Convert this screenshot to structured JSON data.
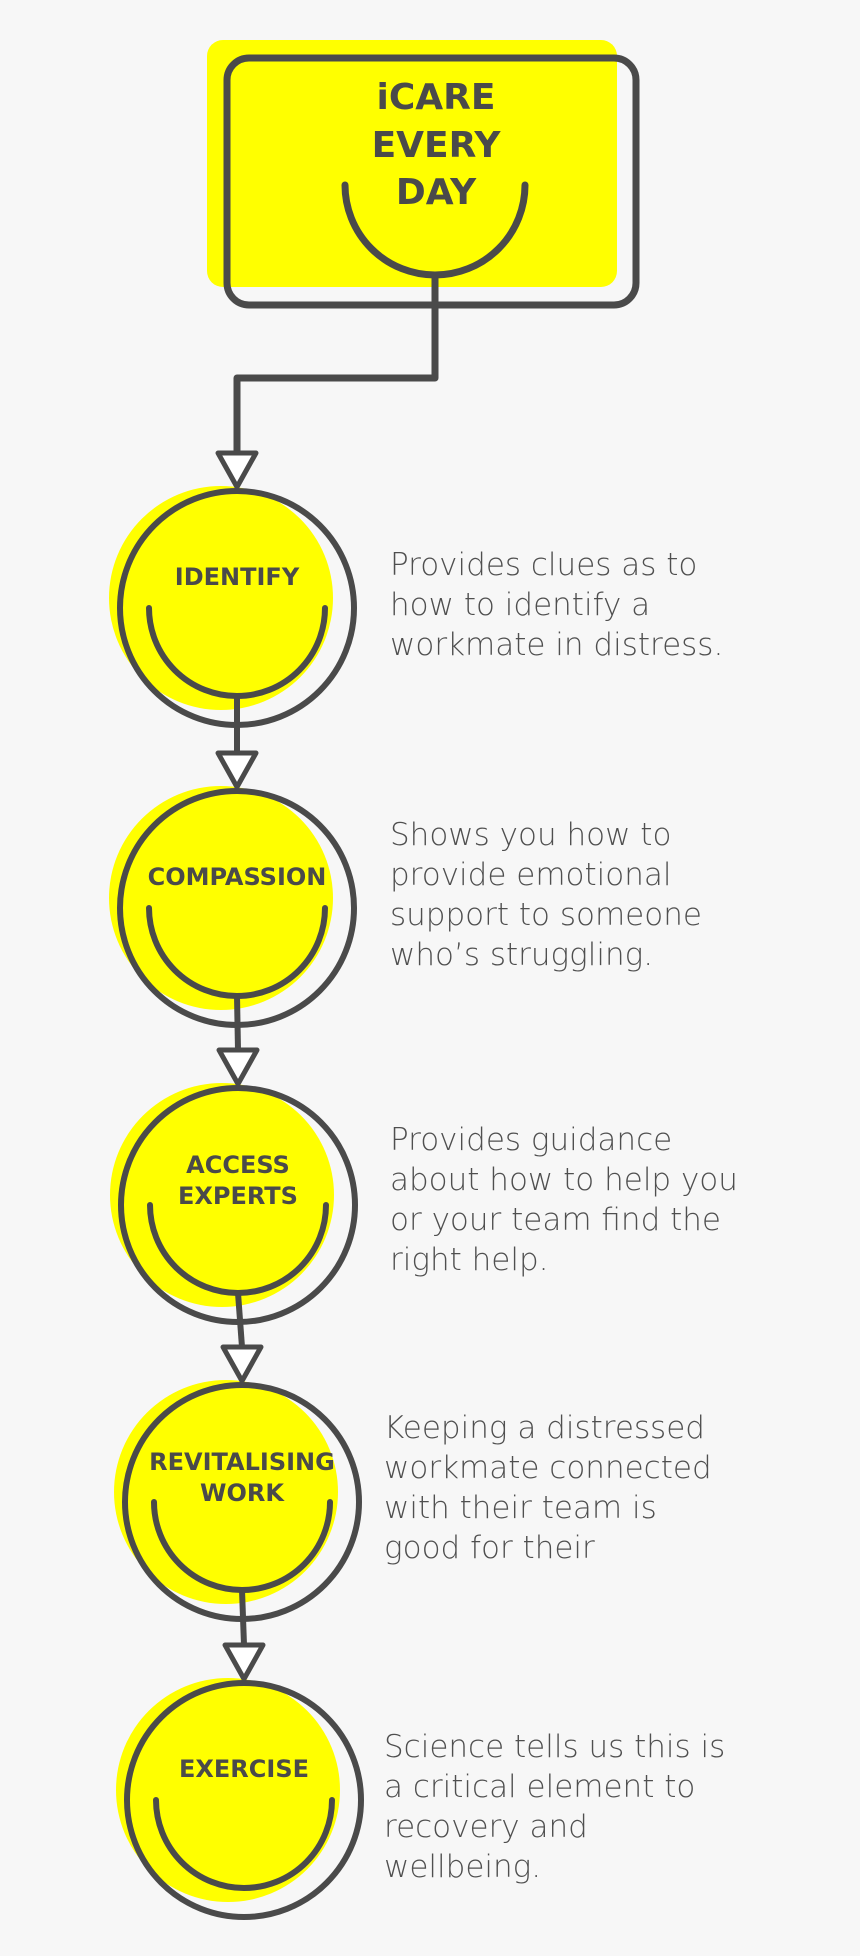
{
  "colors": {
    "accent": "#ffff00",
    "stroke": "#4a4a4a",
    "background": "#f7f7f7"
  },
  "header": {
    "title_lines": [
      "iCARE",
      "EVERY",
      "DAY"
    ]
  },
  "steps": [
    {
      "label_lines": [
        "IDENTIFY"
      ],
      "description_lines": [
        "Provides clues as to",
        "how to identify a",
        "workmate in distress."
      ]
    },
    {
      "label_lines": [
        "COMPASSION"
      ],
      "description_lines": [
        "Shows you how to",
        "provide emotional",
        "support to someone",
        "who’s struggling."
      ]
    },
    {
      "label_lines": [
        "ACCESS",
        "EXPERTS"
      ],
      "description_lines": [
        "Provides guidance",
        "about how to help you",
        "or your team find the",
        "right help."
      ]
    },
    {
      "label_lines": [
        "REVITALISING",
        "WORK"
      ],
      "description_lines": [
        "Keeping a  distressed",
        "workmate connected",
        "with their team is",
        "good for their"
      ]
    },
    {
      "label_lines": [
        "EXERCISE"
      ],
      "description_lines": [
        "Science tells us this is",
        "a critical element to",
        "recovery and",
        "wellbeing."
      ]
    }
  ]
}
